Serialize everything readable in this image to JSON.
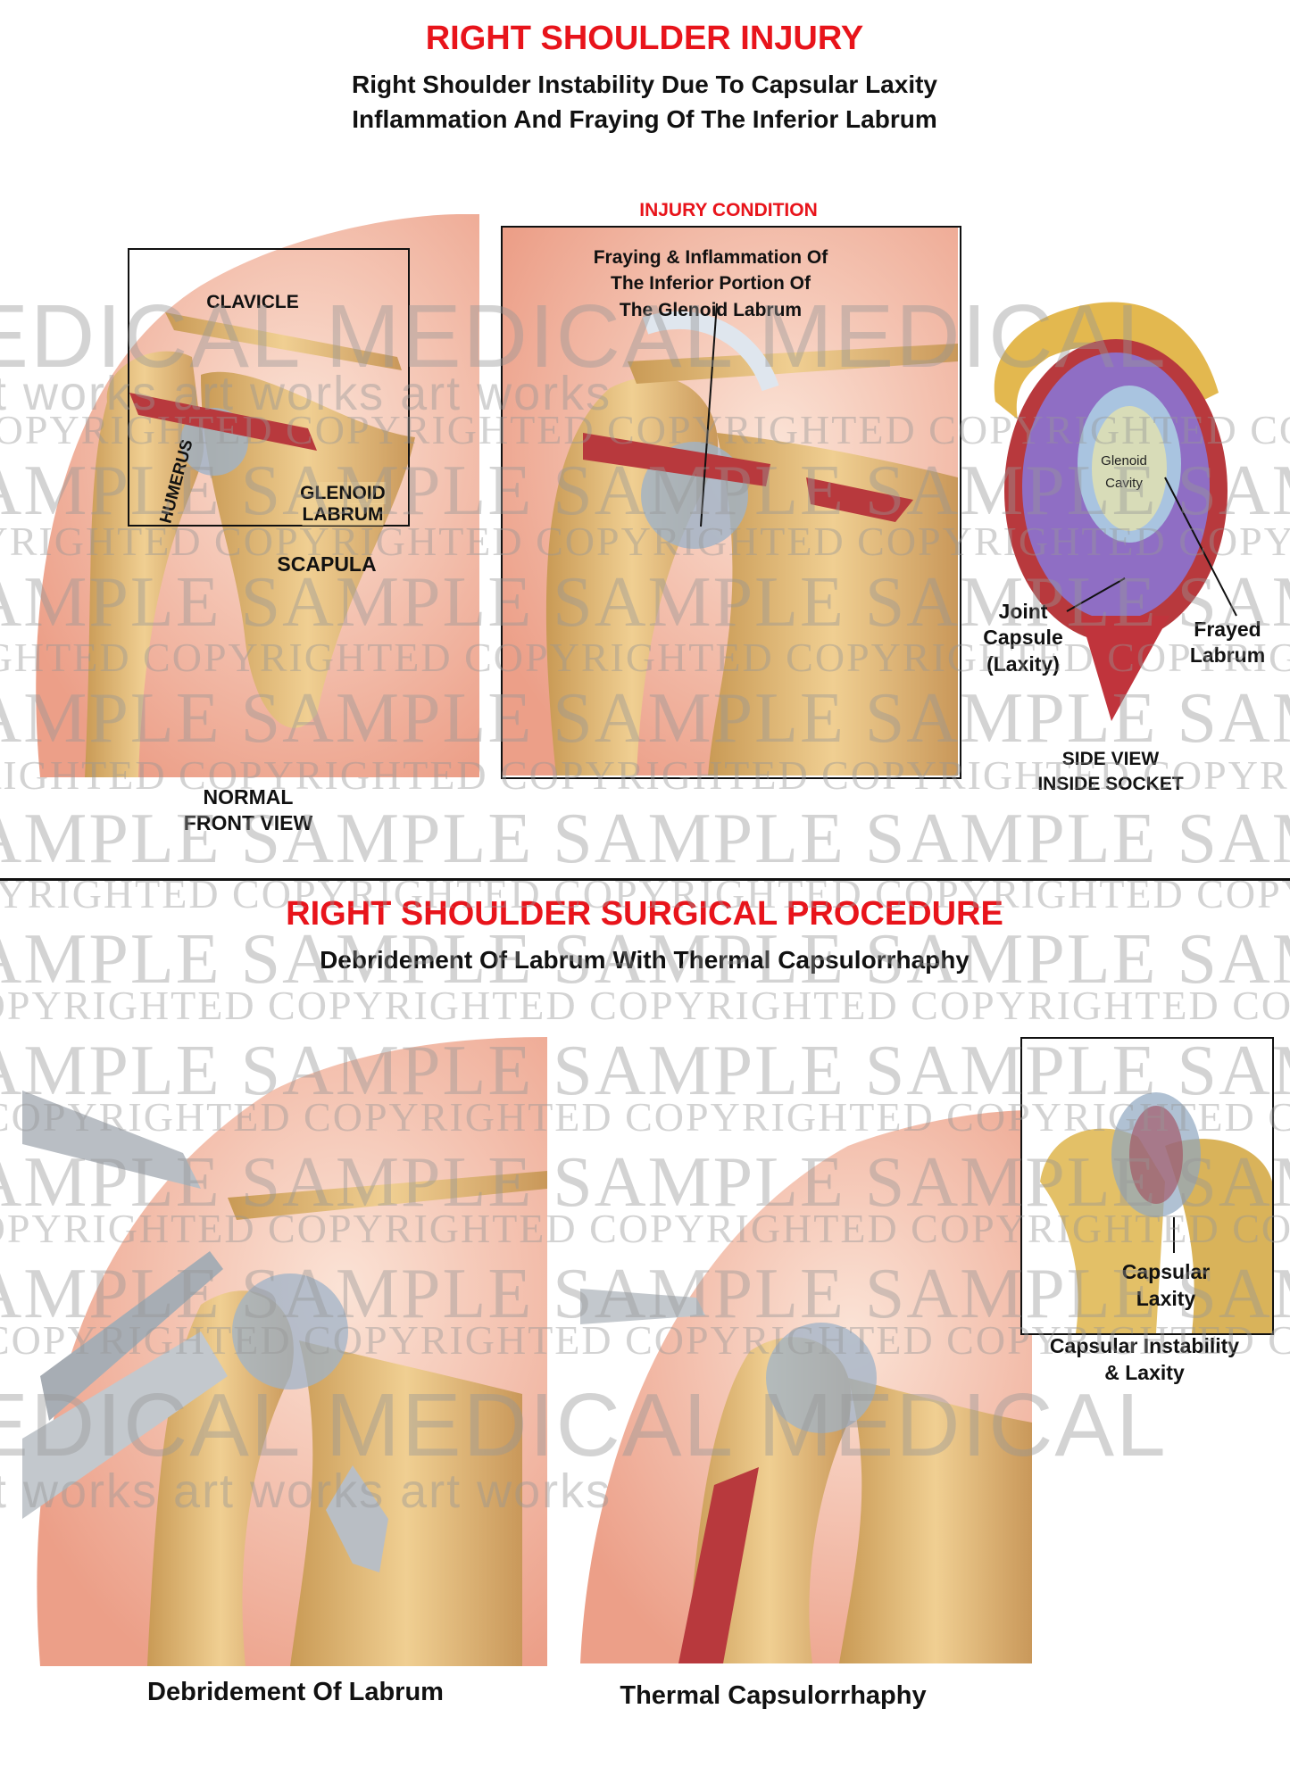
{
  "header": {
    "title": "RIGHT SHOULDER INJURY",
    "subtitle_line1": "Right Shoulder Instability Due To Capsular Laxity",
    "subtitle_line2": "Inflammation And Fraying Of The Inferior Labrum"
  },
  "front_view": {
    "labels": {
      "clavicle": "CLAVICLE",
      "humerus": "HUMERUS",
      "glenoid_line1": "GLENOID",
      "glenoid_line2": "LABRUM",
      "scapula": "SCAPULA"
    },
    "caption_line1": "NORMAL",
    "caption_line2": "FRONT VIEW"
  },
  "injury_view": {
    "heading": "INJURY CONDITION",
    "label_line1": "Fraying & Inflammation Of",
    "label_line2": "The Inferior Portion Of",
    "label_line3": "The Glenoid Labrum"
  },
  "side_view": {
    "glenoid_line1": "Glenoid",
    "glenoid_line2": "Cavity",
    "capsule_line1": "Joint",
    "capsule_line2": "Capsule",
    "capsule_line3": "(Laxity)",
    "frayed_line1": "Frayed",
    "frayed_line2": "Labrum",
    "caption_line1": "SIDE VIEW",
    "caption_line2": "INSIDE SOCKET"
  },
  "procedure": {
    "title": "RIGHT SHOULDER SURGICAL PROCEDURE",
    "subtitle": "Debridement Of Labrum With Thermal Capsulorrhaphy",
    "panel1_caption": "Debridement Of Labrum",
    "panel2_caption": "Thermal Capsulorrhaphy",
    "inset_label_line1": "Capsular",
    "inset_label_line2": "Laxity",
    "inset_caption_line1": "Capsular Instability",
    "inset_caption_line2": "& Laxity"
  },
  "watermark": {
    "copyright_row": "COPYRIGHTED    COPYRIGHTED    COPYRIGHTED    COPYRIGHTED    COPYRIGHTED",
    "sample_row": "SAMPLE    SAMPLE    SAMPLE    SAMPLE    SAMPLE",
    "brand_row": "MEDICAL    MEDICAL    MEDICAL",
    "brand_sub": "art works        art works        art works"
  },
  "colors": {
    "title_red": "#e8141b",
    "skin": "#f1b8a0",
    "bone": "#e2b877",
    "muscle": "#b8393d"
  }
}
